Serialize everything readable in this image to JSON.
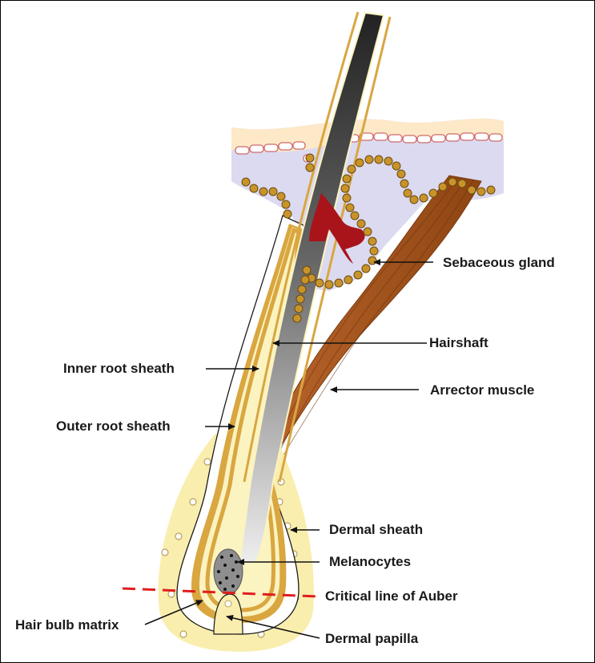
{
  "labels": {
    "sebaceous_gland": "Sebaceous gland",
    "hairshaft": "Hairshaft",
    "inner_root_sheath": "Inner root sheath",
    "arrector_muscle": "Arrector muscle",
    "outer_root_sheath": "Outer root sheath",
    "dermal_sheath": "Dermal sheath",
    "melanocytes": "Melanocytes",
    "critical_line": "Critical line of Auber",
    "hair_bulb_matrix": "Hair bulb matrix",
    "dermal_papilla": "Dermal papilla"
  },
  "colors": {
    "skin_surface": "#fde9c8",
    "dermis": "#dcdaf0",
    "cell_border": "#d06a6a",
    "gland_cell": "#c8942a",
    "sebum": "#a8141a",
    "muscle": "#a0521a",
    "dermal_sheath": "#faeeae",
    "root_sheath_gold": "#d9a640",
    "inner_cream": "#fbf3c0",
    "critical_line": "#e01e1e",
    "hair_dark": "#1e1e1e"
  }
}
